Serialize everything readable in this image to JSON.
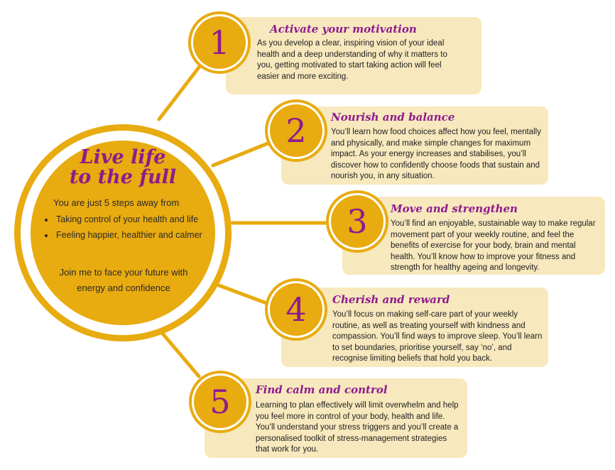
{
  "colors": {
    "gold": "#e8ab10",
    "box_fill": "#f7e8bd",
    "purple": "#8e1b8e",
    "text": "#1e1e1e"
  },
  "hub": {
    "title": "Live life\nto the full",
    "intro": "You are just 5 steps away from",
    "bullets": [
      "Taking control of your health and life",
      "Feeling happier, healthier and calmer"
    ],
    "closing": "Join me to face your future with energy and confidence"
  },
  "steps": [
    {
      "number": "1",
      "title": "Activate your motivation",
      "text": "As you develop a clear, inspiring vision of your ideal health and a deep understanding of why it matters to you, getting motivated to start taking action will feel easier and more exciting."
    },
    {
      "number": "2",
      "title": "Nourish and balance",
      "text": "You’ll learn how food choices affect how you feel, mentally and physically, and make simple changes for maximum impact. As your energy increases and stabilises, you’ll discover how to confidently choose foods that sustain and nourish you, in any situation."
    },
    {
      "number": "3",
      "title": "Move and strengthen",
      "text": "You’ll find an enjoyable, sustainable way to make regular movement part of your weekly routine, and feel the benefits of exercise for your body, brain and mental health. You’ll know how to improve your fitness and strength for healthy ageing and longevity."
    },
    {
      "number": "4",
      "title": "Cherish and reward",
      "text": "You’ll focus on making self-care part of your weekly routine, as well as treating yourself with kindness and compassion. You’ll find ways to improve sleep. You’ll learn to set boundaries, prioritise yourself, say ‘no’, and recognise limiting beliefs that hold you back."
    },
    {
      "number": "5",
      "title": "Find calm and control",
      "text": "Learning to plan effectively will limit overwhelm and help you feel more in control of your body, health and life. You’ll understand your stress triggers and you’ll create a personalised toolkit of stress-management strategies that work for you."
    }
  ]
}
